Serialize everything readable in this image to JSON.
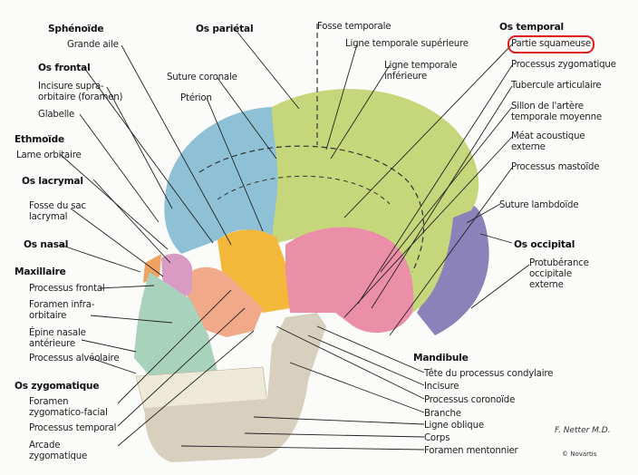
{
  "diagram": {
    "title": "Crâne — vue latérale",
    "highlight_color": "#e01b1b",
    "bone_colors": {
      "frontal": "#8fc1d6",
      "parietal": "#c5d77a",
      "temporal": "#ea8fa7",
      "sphenoid": "#f3b73a",
      "zygomatic": "#f1a98a",
      "maxilla": "#a9d2bd",
      "mandible": "#d8cfbf",
      "occipital": "#8a82b8",
      "nasal": "#f1a261",
      "lacrimal": "#d99bc4"
    },
    "labels_left": [
      {
        "id": "sphenoide",
        "text": "Sphénoïde",
        "header": true
      },
      {
        "id": "grande-aile",
        "text": "Grande aile",
        "header": false
      },
      {
        "id": "os-frontal",
        "text": "Os frontal",
        "header": true
      },
      {
        "id": "incisure-supra",
        "text": "Incisure supra-\norbitaire (foramen)",
        "header": false
      },
      {
        "id": "glabelle",
        "text": "Glabelle",
        "header": false
      },
      {
        "id": "ethmoide",
        "text": "Ethmoïde",
        "header": true
      },
      {
        "id": "lame-orbitaire",
        "text": "Lame orbitaire",
        "header": false
      },
      {
        "id": "os-lacrymal",
        "text": "Os lacrymal",
        "header": true
      },
      {
        "id": "fosse-sac",
        "text": "Fosse du sac\nlacrymal",
        "header": false
      },
      {
        "id": "os-nasal",
        "text": "Os nasal",
        "header": true
      },
      {
        "id": "maxillaire",
        "text": "Maxillaire",
        "header": true
      },
      {
        "id": "processus-frontal",
        "text": "Processus frontal",
        "header": false
      },
      {
        "id": "foramen-infra",
        "text": "Foramen infra-\norbitaire",
        "header": false
      },
      {
        "id": "epine-nasale",
        "text": "Épine nasale\nantérieure",
        "header": false
      },
      {
        "id": "processus-alveolaire",
        "text": "Processus alvéolaire",
        "header": false
      },
      {
        "id": "os-zygomatique",
        "text": "Os zygomatique",
        "header": true
      },
      {
        "id": "foramen-zyg",
        "text": "Foramen\nzygomatico-facial",
        "header": false
      },
      {
        "id": "processus-temporal",
        "text": "Processus temporal",
        "header": false
      },
      {
        "id": "arcade-zyg",
        "text": "Arcade\nzygomatique",
        "header": false
      }
    ],
    "labels_top": [
      {
        "id": "os-parietal",
        "text": "Os pariétal",
        "header": true
      },
      {
        "id": "suture-coronale",
        "text": "Suture coronale",
        "header": false
      },
      {
        "id": "pterion",
        "text": "Ptérion",
        "header": false
      },
      {
        "id": "fosse-temporale",
        "text": "Fosse temporale",
        "header": false
      },
      {
        "id": "ligne-sup",
        "text": "Ligne temporale supérieure",
        "header": false
      },
      {
        "id": "ligne-inf",
        "text": "Ligne temporale\ninférieure",
        "header": false
      }
    ],
    "labels_right": [
      {
        "id": "os-temporal",
        "text": "Os temporal",
        "header": true
      },
      {
        "id": "partie-squameuse",
        "text": "Partie squameuse",
        "header": false,
        "highlighted": true
      },
      {
        "id": "processus-zyg",
        "text": "Processus zygomatique",
        "header": false
      },
      {
        "id": "tubercule",
        "text": "Tubercule articulaire",
        "header": false
      },
      {
        "id": "sillon",
        "text": "Sillon de l'artère\ntemporale moyenne",
        "header": false
      },
      {
        "id": "meat",
        "text": "Méat acoustique\nexterne",
        "header": false
      },
      {
        "id": "mastoide",
        "text": "Processus mastoïde",
        "header": false
      },
      {
        "id": "suture-lambdoide",
        "text": "Suture lambdoïde",
        "header": false
      },
      {
        "id": "os-occipital",
        "text": "Os occipital",
        "header": true
      },
      {
        "id": "protuberance",
        "text": "Protubérance\noccipitale\nexterne",
        "header": false
      }
    ],
    "labels_bottom": [
      {
        "id": "mandibule",
        "text": "Mandibule",
        "header": true
      },
      {
        "id": "tete-condylaire",
        "text": "Tête du processus condylaire",
        "header": false
      },
      {
        "id": "incisure",
        "text": "Incisure",
        "header": false
      },
      {
        "id": "coronoide",
        "text": "Processus coronoïde",
        "header": false
      },
      {
        "id": "branche",
        "text": "Branche",
        "header": false
      },
      {
        "id": "ligne-oblique",
        "text": "Ligne oblique",
        "header": false
      },
      {
        "id": "corps",
        "text": "Corps",
        "header": false
      },
      {
        "id": "foramen-mentonnier",
        "text": "Foramen mentonnier",
        "header": false
      }
    ],
    "credit": "© Novartis",
    "signature": "F. Netter M.D."
  }
}
